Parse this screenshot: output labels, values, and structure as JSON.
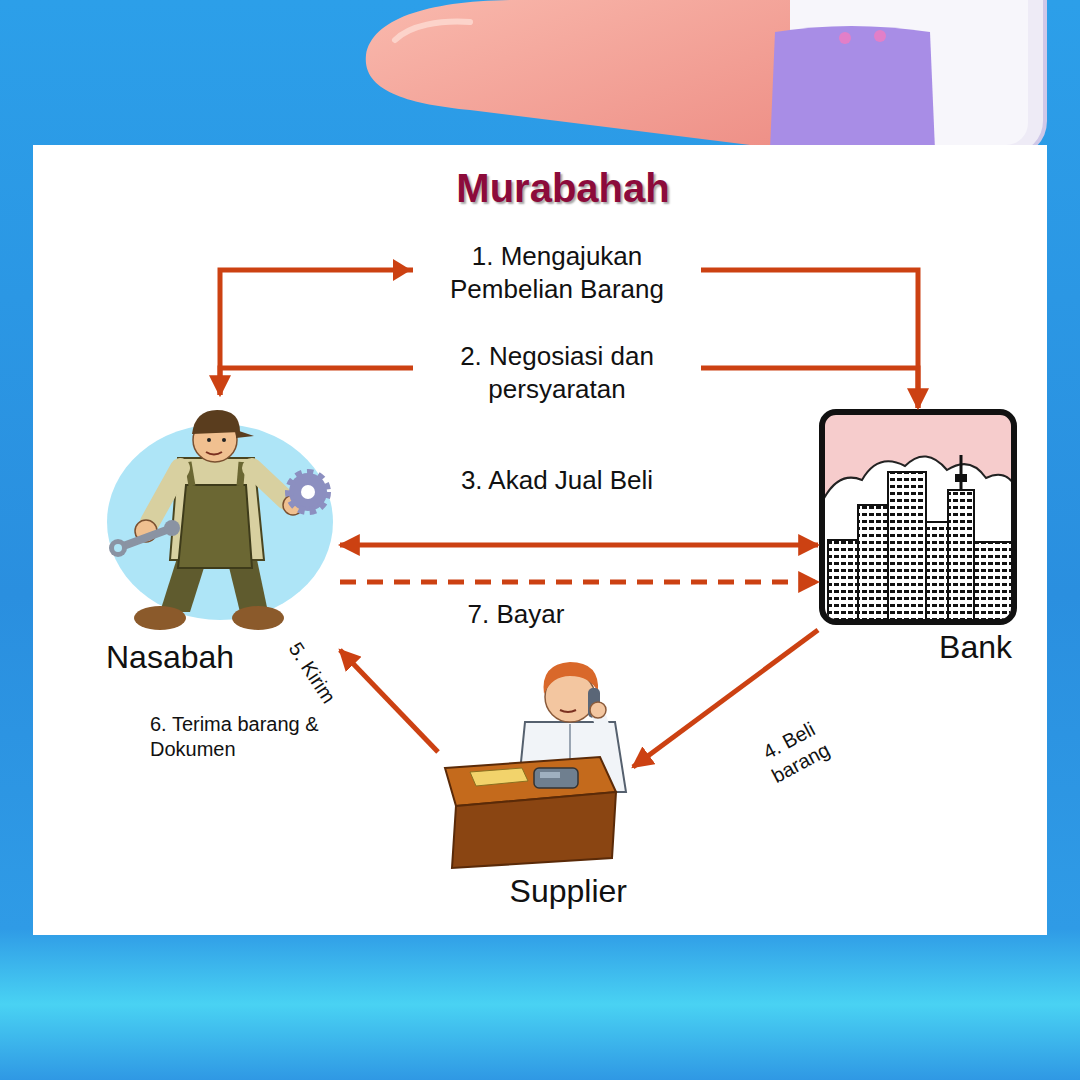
{
  "diagram": {
    "title": "Murabahah",
    "nodes": [
      {
        "text": [
          "Nasabah"
        ]
      },
      {
        "text": [
          "Bank"
        ]
      },
      {
        "text": [
          "Supplier"
        ]
      }
    ],
    "edges": [
      {
        "from": 0,
        "to": 1,
        "arrow": "to",
        "label": "1. Mengajukan Pembelian Barang"
      },
      {
        "from": 1,
        "to": 0,
        "arrow": "to",
        "label": "2. Negosiasi dan persyaratan"
      },
      {
        "from": 0,
        "to": 1,
        "arrow": "both",
        "label": "3. Akad Jual Beli"
      },
      {
        "from": 1,
        "to": 2,
        "arrow": "to",
        "label": "4. Beli barang"
      },
      {
        "from": 2,
        "to": 0,
        "arrow": "to",
        "label": "5. Kirim"
      },
      {
        "from": 0,
        "to": 1,
        "arrow": "to",
        "label": "7. Bayar"
      }
    ],
    "labels": [
      "6. Terima barang & Dokumen"
    ]
  }
}
